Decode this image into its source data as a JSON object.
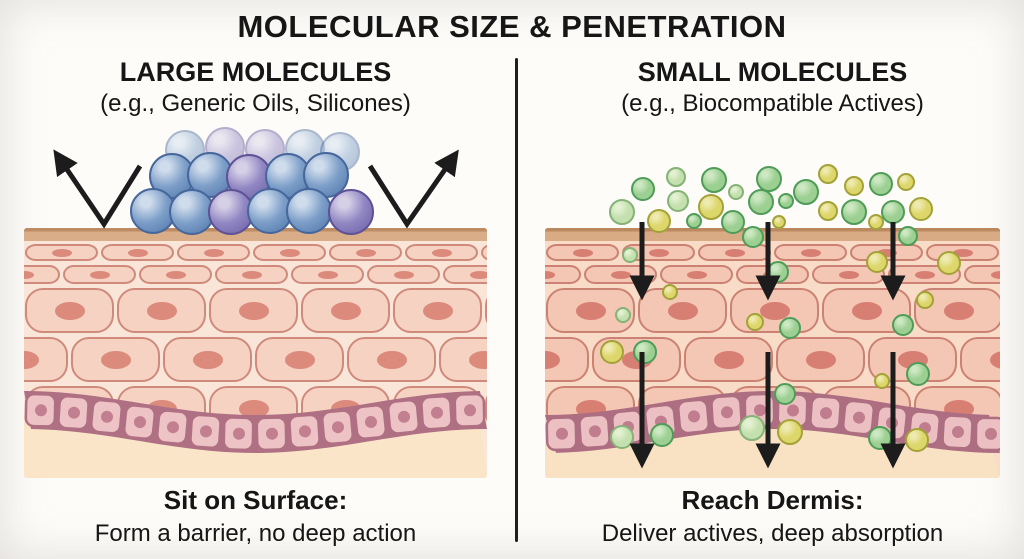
{
  "title": "MOLECULAR SIZE & PENETRATION",
  "left_panel": {
    "heading": "LARGE MOLECULES",
    "subheading": "(e.g., Generic Oils, Silicones)",
    "caption_title": "Sit on Surface:",
    "caption_body": "Form a barrier, no deep action",
    "spheres": [
      [
        185,
        150,
        20,
        "blue",
        0.45
      ],
      [
        225,
        147,
        20,
        "purple",
        0.45
      ],
      [
        265,
        149,
        20,
        "purple",
        0.45
      ],
      [
        305,
        149,
        20,
        "blue",
        0.45
      ],
      [
        340,
        152,
        20,
        "blue",
        0.45
      ],
      [
        172,
        176,
        23,
        "blue",
        1
      ],
      [
        210,
        175,
        23,
        "blue",
        1
      ],
      [
        249,
        177,
        23,
        "purple",
        1
      ],
      [
        288,
        176,
        23,
        "blue",
        1
      ],
      [
        326,
        175,
        23,
        "blue",
        1
      ],
      [
        153,
        211,
        23,
        "blue",
        1
      ],
      [
        192,
        212,
        23,
        "blue",
        1
      ],
      [
        231,
        212,
        23,
        "purple",
        1
      ],
      [
        270,
        211,
        23,
        "blue",
        1
      ],
      [
        309,
        211,
        23,
        "blue",
        1
      ],
      [
        351,
        212,
        23,
        "purple",
        1
      ]
    ],
    "bounce_arrows": [
      {
        "points": [
          [
            140,
            166
          ],
          [
            104,
            224
          ],
          [
            66,
            168
          ]
        ]
      },
      {
        "points": [
          [
            370,
            166
          ],
          [
            407,
            224
          ],
          [
            446,
            168
          ]
        ]
      }
    ]
  },
  "right_panel": {
    "heading": "SMALL MOLECULES",
    "subheading": "(e.g., Biocompatible Actives)",
    "caption_title": "Reach Dermis:",
    "caption_body": "Deliver actives, deep absorption",
    "dots": [
      [
        622,
        212,
        13,
        "p"
      ],
      [
        643,
        189,
        12,
        "g"
      ],
      [
        659,
        221,
        12,
        "y"
      ],
      [
        676,
        177,
        10,
        "p"
      ],
      [
        678,
        201,
        11,
        "p"
      ],
      [
        694,
        221,
        8,
        "g"
      ],
      [
        714,
        180,
        13,
        "g"
      ],
      [
        711,
        207,
        13,
        "y"
      ],
      [
        736,
        192,
        8,
        "p"
      ],
      [
        733,
        222,
        12,
        "g"
      ],
      [
        761,
        202,
        13,
        "g"
      ],
      [
        769,
        179,
        13,
        "g"
      ],
      [
        786,
        201,
        8,
        "g"
      ],
      [
        779,
        222,
        7,
        "y"
      ],
      [
        806,
        192,
        13,
        "g"
      ],
      [
        828,
        174,
        10,
        "y"
      ],
      [
        828,
        211,
        10,
        "y"
      ],
      [
        854,
        186,
        10,
        "y"
      ],
      [
        854,
        212,
        13,
        "g"
      ],
      [
        876,
        222,
        8,
        "y"
      ],
      [
        881,
        184,
        12,
        "g"
      ],
      [
        893,
        212,
        12,
        "g"
      ],
      [
        906,
        182,
        9,
        "y"
      ],
      [
        921,
        209,
        12,
        "y"
      ],
      [
        753,
        237,
        11,
        "g"
      ],
      [
        908,
        236,
        10,
        "g"
      ],
      [
        949,
        263,
        12,
        "y"
      ],
      [
        630,
        255,
        8,
        "p"
      ],
      [
        670,
        292,
        8,
        "y"
      ],
      [
        778,
        272,
        11,
        "g"
      ],
      [
        877,
        262,
        11,
        "y"
      ],
      [
        623,
        315,
        8,
        "p"
      ],
      [
        612,
        352,
        12,
        "y"
      ],
      [
        645,
        352,
        12,
        "g"
      ],
      [
        925,
        300,
        9,
        "y"
      ],
      [
        755,
        322,
        9,
        "y"
      ],
      [
        790,
        328,
        11,
        "g"
      ],
      [
        903,
        325,
        11,
        "g"
      ],
      [
        785,
        394,
        11,
        "g"
      ],
      [
        882,
        381,
        8,
        "y"
      ],
      [
        918,
        374,
        12,
        "g"
      ],
      [
        622,
        437,
        12,
        "p"
      ],
      [
        662,
        435,
        12,
        "g"
      ],
      [
        752,
        428,
        13,
        "p"
      ],
      [
        790,
        432,
        13,
        "y"
      ],
      [
        880,
        438,
        12,
        "g"
      ],
      [
        917,
        440,
        12,
        "y"
      ]
    ],
    "penetration_arrows": {
      "columns": [
        642,
        768,
        893
      ],
      "segments": [
        [
          222,
          278
        ],
        [
          352,
          446
        ]
      ]
    }
  },
  "colors": {
    "arrow": "#1c1c1c",
    "divider": "#1f1f1f",
    "sphere": {
      "blue": {
        "light": "#cfdcec",
        "base": "#7c9ec8",
        "dark": "#5a7fb0",
        "edge": "#47679c"
      },
      "purple": {
        "light": "#d6d0e6",
        "base": "#9187c3",
        "dark": "#7468ab",
        "edge": "#5d5296"
      }
    },
    "dot": {
      "g": {
        "light": "#cde8c2",
        "base": "#9ccf92",
        "edge": "#4f9c58"
      },
      "y": {
        "light": "#eeeab0",
        "base": "#ddd66a",
        "edge": "#a3a238"
      },
      "p": {
        "light": "#e3f1d2",
        "base": "#c4e0ae",
        "edge": "#85b277"
      }
    },
    "skin_left": {
      "surface": "#d9ad87",
      "surfaceDark": "#bd8b64",
      "gap": "#fae6d8",
      "cell": "#f6d2c3",
      "stroke": "#cf8a7c",
      "nuc": "#db8a7c",
      "bstroke": "#b07083",
      "bcell": "#eec3c5",
      "bnuc": "#c17f90",
      "dermis": "#fae5c9"
    },
    "skin_right": {
      "surface": "#d8ab85",
      "surfaceDark": "#bb8860",
      "gap": "#f8dcc8",
      "cell": "#f4c6b4",
      "stroke": "#cc8272",
      "nuc": "#d77f72",
      "bstroke": "#ad6e82",
      "bcell": "#ecc0c3",
      "bnuc": "#bf7d8e",
      "dermis": "#f9e2c4"
    },
    "skin_wave": {
      "baseY": 178,
      "amp": 12,
      "phase_left": -1.57,
      "phase_right": 1.57
    }
  }
}
